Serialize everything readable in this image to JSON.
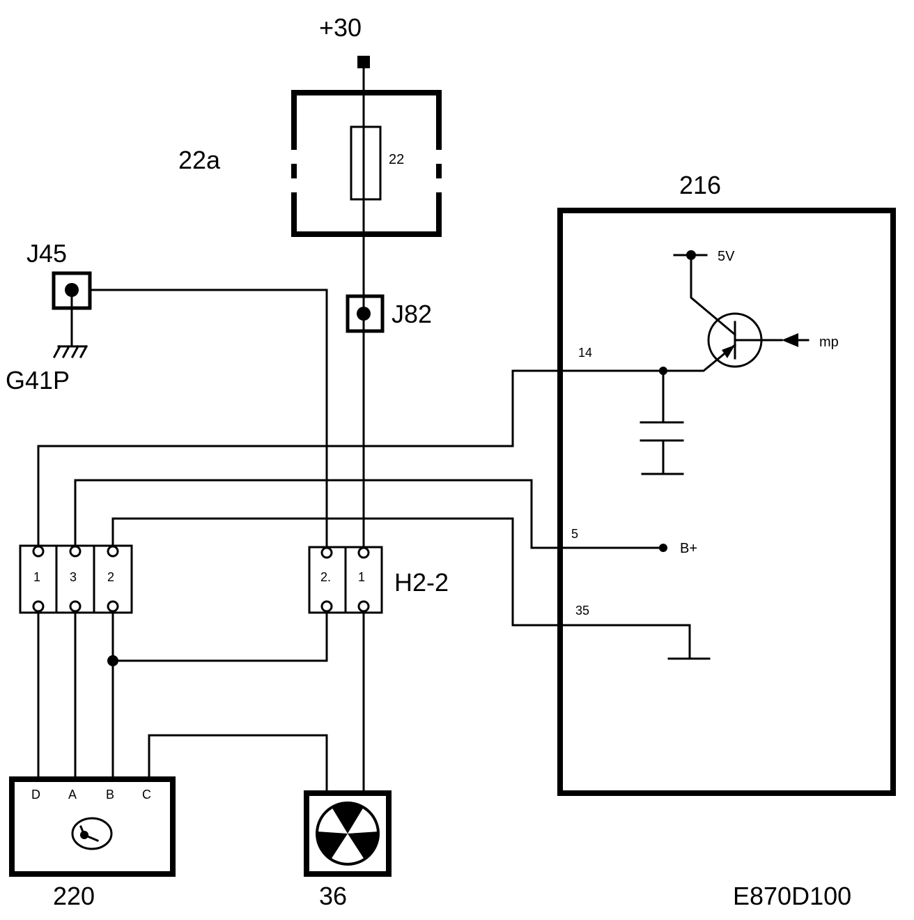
{
  "labels": {
    "supply": "+30",
    "fuse_block": "22a",
    "fuse": "22",
    "ecu": "216",
    "v5": "5V",
    "mp": "mp",
    "pin14": "14",
    "pin5": "5",
    "bplus": "B+",
    "pin35": "35",
    "j45": "J45",
    "g41p": "G41P",
    "j82": "J82",
    "h22": "H2-2",
    "conn_a": [
      "1",
      "3",
      "2"
    ],
    "conn_b": [
      "2.",
      "1"
    ],
    "sensor_pins": [
      "D",
      "A",
      "B",
      "C"
    ],
    "sensor": "220",
    "fan": "36",
    "ref": "E870D100"
  }
}
